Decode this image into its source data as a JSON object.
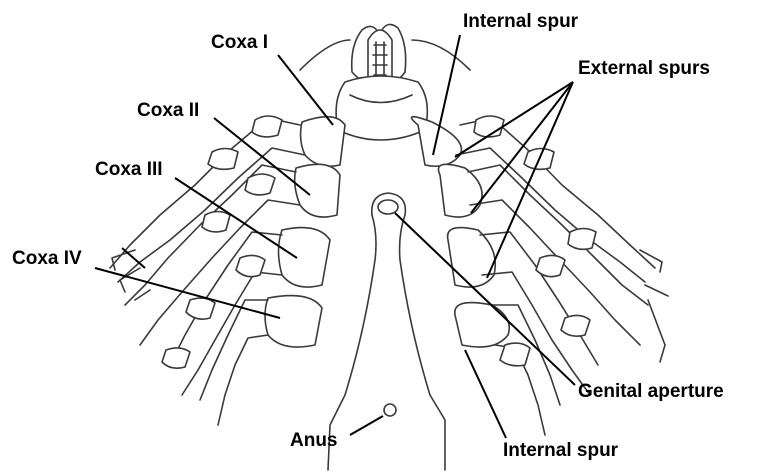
{
  "labels": {
    "coxa_1": "Coxa I",
    "coxa_2": "Coxa II",
    "coxa_3": "Coxa III",
    "coxa_4": "Coxa IV",
    "internal_spur_top": "Internal spur",
    "external_spurs": "External spurs",
    "genital_aperture": "Genital aperture",
    "anus": "Anus",
    "internal_spur_bottom": "Internal spur"
  },
  "colors": {
    "line": "#000000",
    "outline": "#3a3a3a",
    "background": "#ffffff"
  }
}
